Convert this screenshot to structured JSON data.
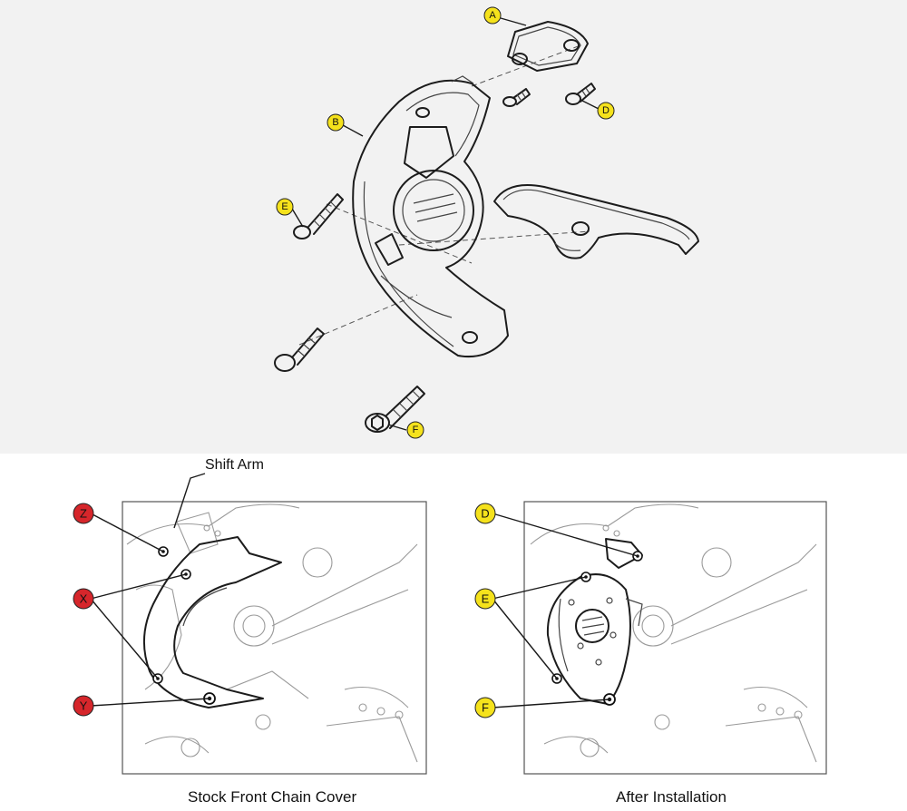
{
  "labels": {
    "A": "A",
    "B": "B",
    "D": "D",
    "E": "E",
    "F": "F"
  },
  "bottom_left": {
    "shift_arm": "Shift Arm",
    "caption": "Stock Front Chain Cover",
    "markers": {
      "Z": "Z",
      "X": "X",
      "Y": "Y"
    }
  },
  "bottom_right": {
    "caption": "After Installation",
    "markers": {
      "D": "D",
      "E": "E",
      "F": "F"
    }
  },
  "colors": {
    "badge_yellow": "#f5e21c",
    "badge_red": "#d6262b",
    "line": "#1c1c1c",
    "top_background": "#f2f2f2"
  }
}
